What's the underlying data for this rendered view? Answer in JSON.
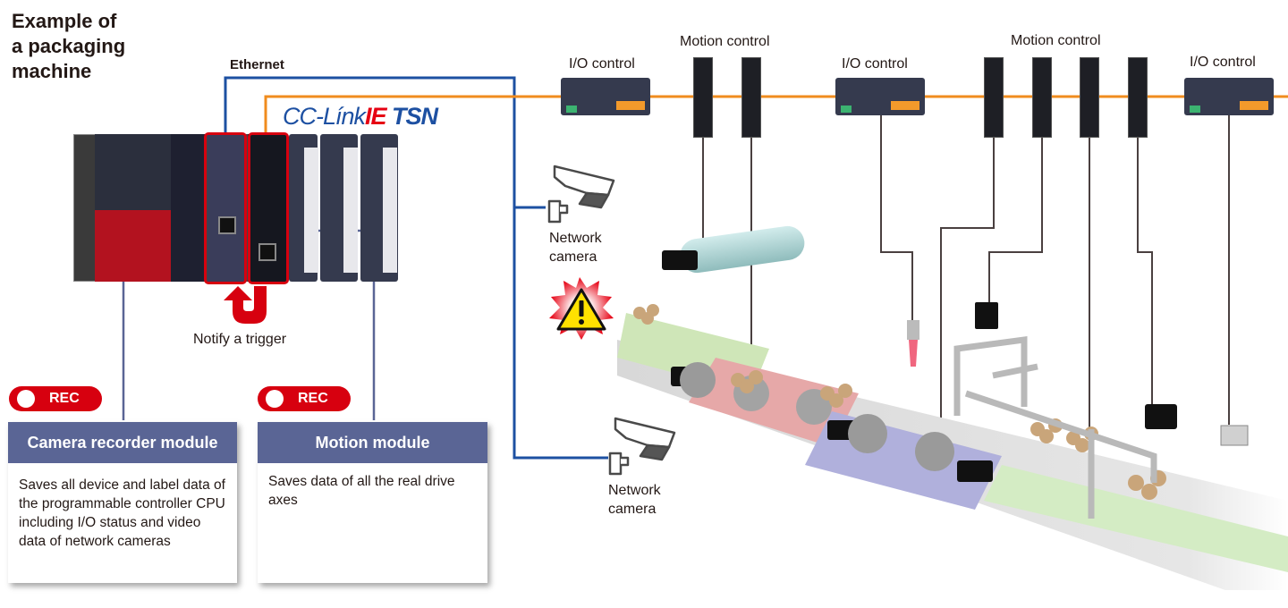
{
  "title": "Example of a packaging machine",
  "title_lines": [
    "Example of",
    "a packaging",
    "machine"
  ],
  "networks": {
    "ethernet_label": "Ethernet",
    "ethernet_color": "#1d50a2",
    "cclink": {
      "part1": "CC-Línk",
      "part2": "IE",
      "part3": " TSN"
    },
    "cclink_color": "#f08c1e"
  },
  "devices": {
    "io_control_labels": [
      "I/O control",
      "I/O control",
      "I/O control"
    ],
    "motion_control_labels": [
      "Motion control",
      "Motion control"
    ],
    "network_camera_labels": [
      {
        "line1": "Network",
        "line2": "camera"
      },
      {
        "line1": "Network",
        "line2": "camera"
      }
    ]
  },
  "trigger_label": "Notify a trigger",
  "modules": [
    {
      "badge": "REC",
      "title": "Camera recorder module",
      "description": "Saves all device and label data of the programmable controller CPU including I/O status and video data of network cameras"
    },
    {
      "badge": "REC",
      "title": "Motion module",
      "description": "Saves data of all the real drive axes"
    }
  ],
  "colors": {
    "rec_red": "#d7000f",
    "module_header": "#5a6595",
    "warning_yellow": "#ffe100"
  },
  "icons": [
    "network-camera-icon",
    "warning-icon",
    "trigger-arrow-icon",
    "rec-dot-icon"
  ]
}
